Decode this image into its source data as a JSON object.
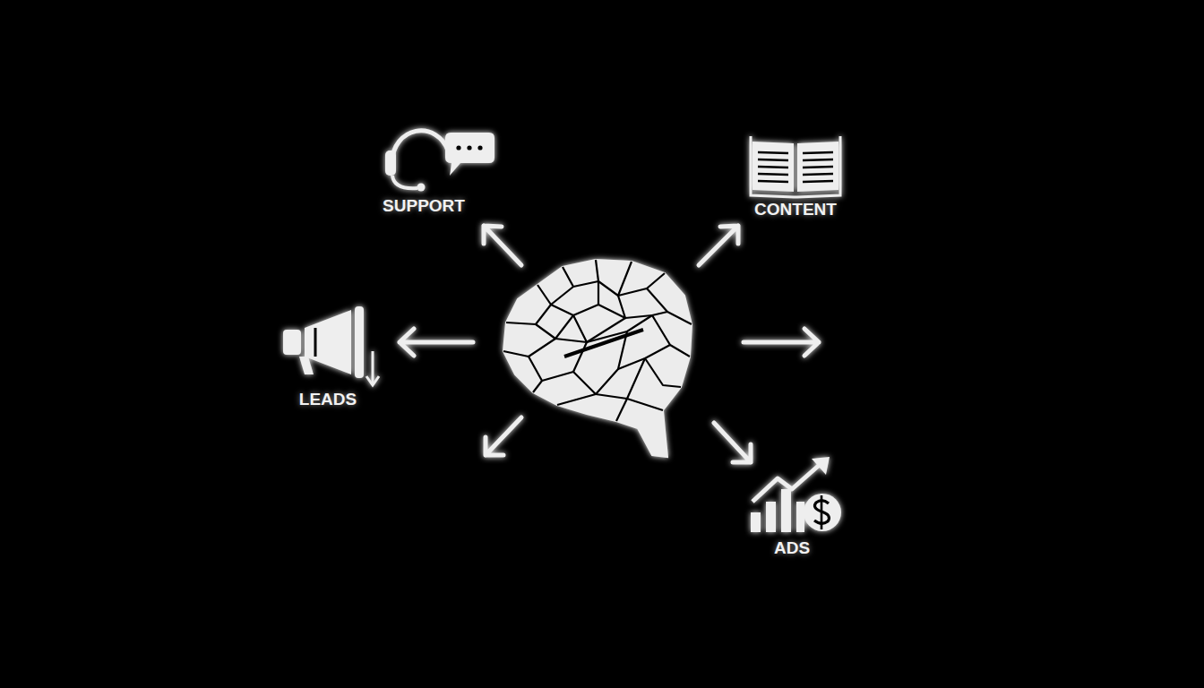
{
  "diagram": {
    "labels": [
      "SUPPORT",
      "CONTENT",
      "LEADS",
      "ADS"
    ]
  }
}
